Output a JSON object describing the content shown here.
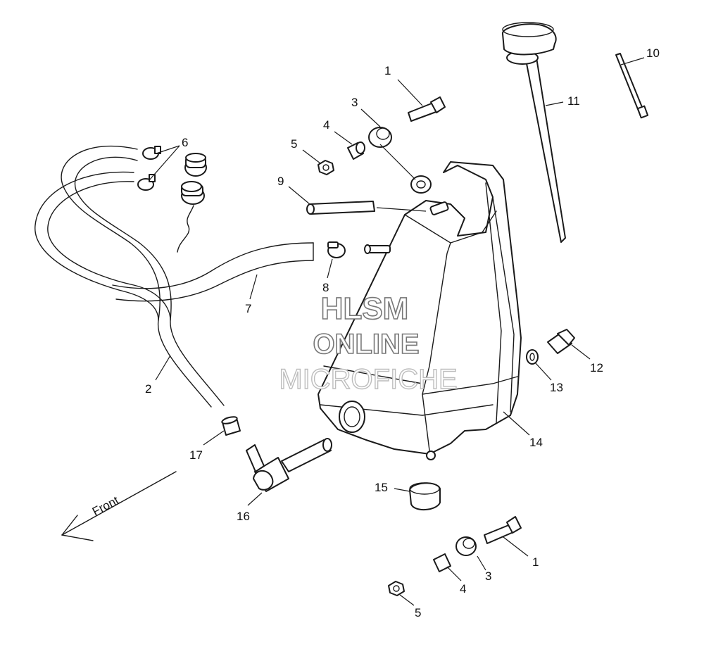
{
  "diagram": {
    "direction_label": "Front",
    "watermark": {
      "line1": "HLSM",
      "line2": "ONLINE",
      "line3": "MICROFICHE"
    },
    "callouts": [
      {
        "id": "c1a",
        "text": "1"
      },
      {
        "id": "c1b",
        "text": "1"
      },
      {
        "id": "c2",
        "text": "2"
      },
      {
        "id": "c3a",
        "text": "3"
      },
      {
        "id": "c3b",
        "text": "3"
      },
      {
        "id": "c4a",
        "text": "4"
      },
      {
        "id": "c4b",
        "text": "4"
      },
      {
        "id": "c5a",
        "text": "5"
      },
      {
        "id": "c5b",
        "text": "5"
      },
      {
        "id": "c6",
        "text": "6"
      },
      {
        "id": "c7",
        "text": "7"
      },
      {
        "id": "c8",
        "text": "8"
      },
      {
        "id": "c9",
        "text": "9"
      },
      {
        "id": "c10",
        "text": "10"
      },
      {
        "id": "c11",
        "text": "11"
      },
      {
        "id": "c12",
        "text": "12"
      },
      {
        "id": "c13",
        "text": "13"
      },
      {
        "id": "c14",
        "text": "14"
      },
      {
        "id": "c15",
        "text": "15"
      },
      {
        "id": "c16",
        "text": "16"
      },
      {
        "id": "c17",
        "text": "17"
      }
    ]
  }
}
